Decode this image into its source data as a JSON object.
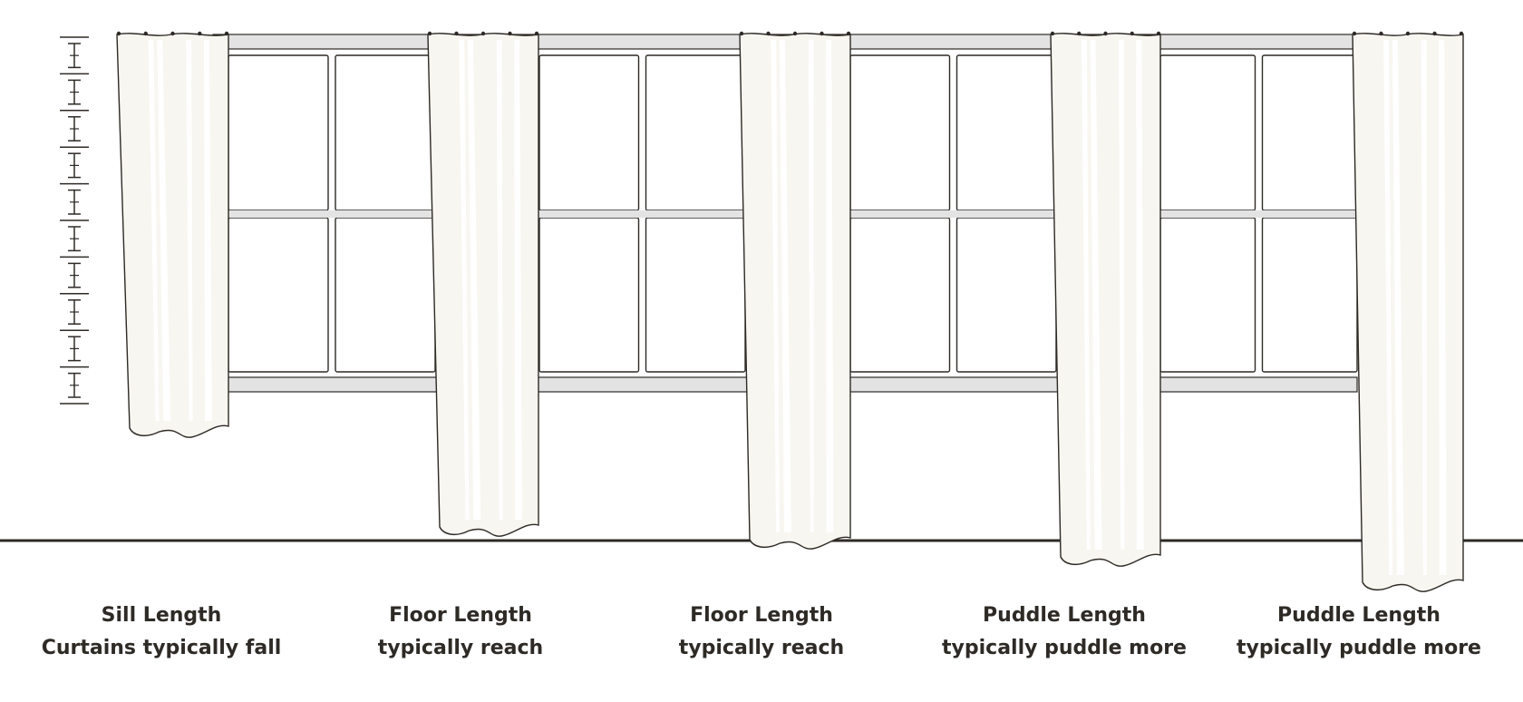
{
  "colors": {
    "ink": "#2e2a26",
    "curtain": "#f7f6f1",
    "curtain_highlight": "#ffffff",
    "frame": "#e3e3e3",
    "pane": "#ffffff",
    "floor": "#2e2a26"
  },
  "curtains": [
    {
      "type": "Sill Length",
      "caption": "Curtains typically fall"
    },
    {
      "type": "Floor Length",
      "caption": "typically reach"
    },
    {
      "type": "Floor Length",
      "caption": "typically reach"
    },
    {
      "type": "Puddle Length",
      "caption": "typically puddle more"
    },
    {
      "type": "Puddle Length",
      "caption": "typically puddle more"
    }
  ]
}
